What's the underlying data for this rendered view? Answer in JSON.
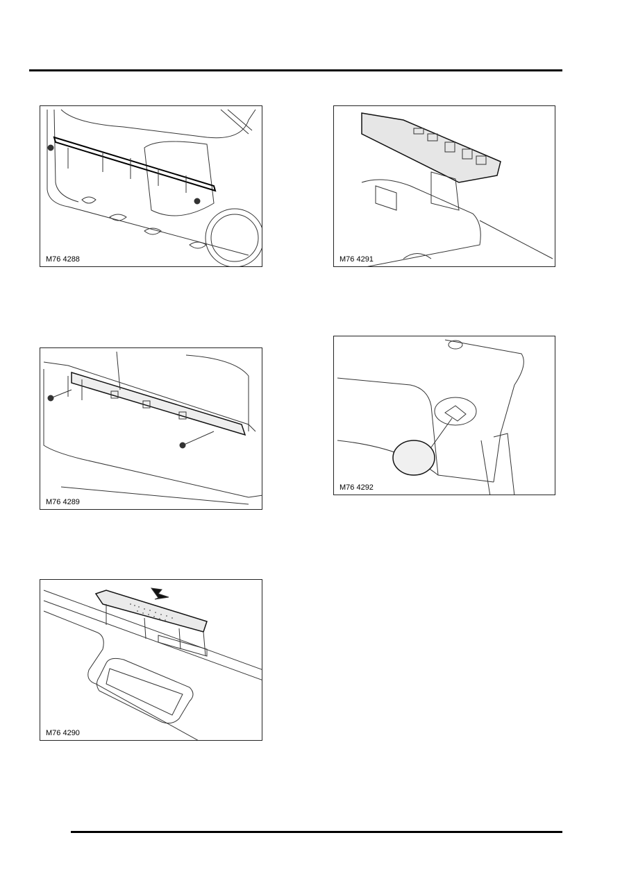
{
  "figures": [
    {
      "id": "fig1",
      "caption": "M76 4288"
    },
    {
      "id": "fig2",
      "caption": "M76 4291"
    },
    {
      "id": "fig3",
      "caption": "M76 4289"
    },
    {
      "id": "fig4",
      "caption": "M76 4292"
    },
    {
      "id": "fig5",
      "caption": "M76 4290"
    }
  ]
}
